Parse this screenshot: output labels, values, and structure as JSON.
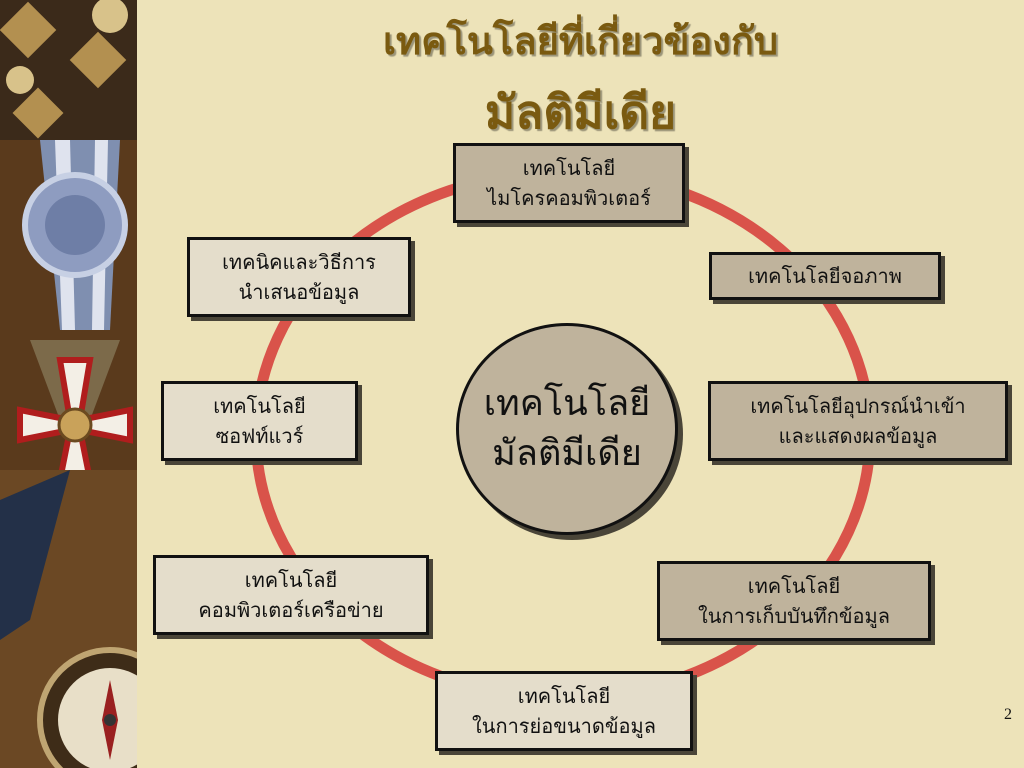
{
  "slide": {
    "title_line1": "เทคโนโลยีที่เกี่ยวข้องกับ",
    "title_line2": "มัลติมีเดีย",
    "page_number": "2"
  },
  "center": {
    "line1": "เทคโนโลยี",
    "line2": "มัลติมีเดีย"
  },
  "nodes": [
    {
      "line1": "เทคโนโลยี",
      "line2": "ไมโครคอมพิวเตอร์"
    },
    {
      "line1": "เทคโนโลยีจอภาพ"
    },
    {
      "line1": "เทคโนโลยีอุปกรณ์นำเข้า",
      "line2": "และแสดงผลข้อมูล"
    },
    {
      "line1": "เทคโนโลยี",
      "line2": "ในการเก็บบันทึกข้อมูล"
    },
    {
      "line1": "เทคโนโลยี",
      "line2": "ในการย่อขนาดข้อมูล"
    },
    {
      "line1": "เทคโนโลยี",
      "line2": "คอมพิวเตอร์เครือข่าย"
    },
    {
      "line1": "เทคโนโลยี",
      "line2": "ซอฟท์แวร์"
    },
    {
      "line1": "เทคนิคและวิธีการ",
      "line2": "นำเสนอข้อมูล"
    }
  ],
  "colors": {
    "background": "#ede3b9",
    "title": "#7a5a10",
    "ring": "#d9534a",
    "box_dark": "#bfb39c",
    "box_light": "#e4ddcb"
  }
}
